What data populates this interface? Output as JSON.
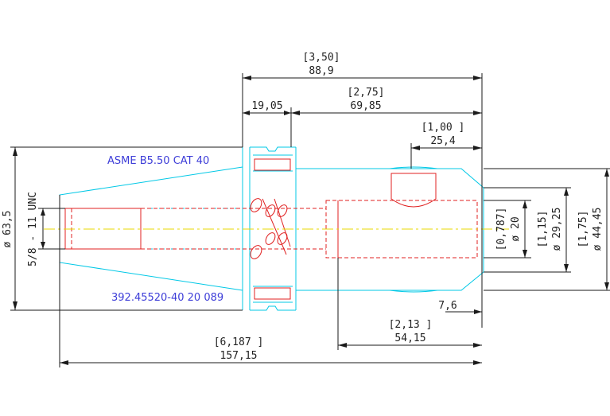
{
  "dimensions": {
    "overall_inch": "[3,50]",
    "overall_mm": "88,9",
    "flange_mm": "19,05",
    "body_inch": "[2,75]",
    "body_mm": "69,85",
    "hole_pos_inch": "[1,00 ]",
    "hole_pos_mm": "25,4",
    "bore_inch": "[0,787]",
    "bore_mm": "ø 20",
    "dia2_inch": "[1,15]",
    "dia2_mm": "ø 29,25",
    "dia3_inch": "[1,75]",
    "dia3_mm": "ø 44,45",
    "tip_mm": "7,6",
    "bore_depth_inch": "[2,13 ]",
    "bore_depth_mm": "54,15",
    "total_inch": "[6,187 ]",
    "total_mm": "157,15",
    "taper_dia": "ø 63,5",
    "thread": "5/8 - 11 UNC"
  },
  "labels": {
    "standard": "ASME B5.50 CAT 40",
    "part_number": "392.45520-40 20 089"
  },
  "colors": {
    "outline": "#00c8e6",
    "hidden": "#e02020",
    "centerline": "#e8d800",
    "dimension": "#1a1a1a",
    "label": "#3d3dd8"
  }
}
